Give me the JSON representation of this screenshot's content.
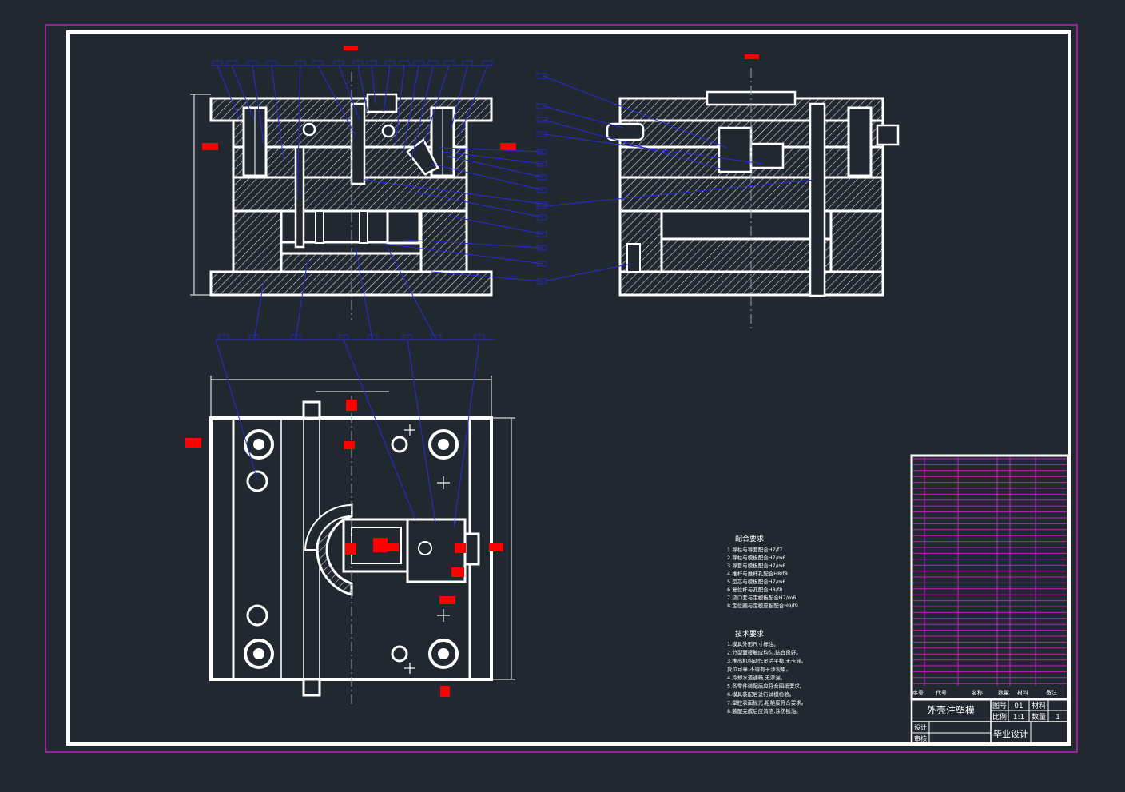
{
  "colors": {
    "background": "#212830",
    "frame": "#ffffff",
    "border": "#c21ec2",
    "leader": "#2a2ad8",
    "hatch": "#ffffff",
    "dimension_red": "#ff0000",
    "center_line": "#9aa0a6"
  },
  "title_block": {
    "part_name": "外壳注塑模",
    "drawing_no_label": "图号",
    "drawing_no": "01",
    "material_label": "材料",
    "scale_label": "比例",
    "scale": "1:1",
    "quantity_label": "数量",
    "quantity": "1",
    "design_label": "设计",
    "review_label": "审核",
    "school_label": "毕业设计"
  },
  "bom_header": [
    "序号",
    "代号",
    "名称",
    "数量",
    "材料",
    "备注"
  ],
  "notes": {
    "fit_title": "配合要求",
    "fit_items": [
      "1.导柱与导套配合H7/f7",
      "2.导柱与模板配合H7/m6",
      "3.导套与模板配合H7/m6",
      "4.推杆与推杆孔配合H8/f8",
      "5.型芯与模板配合H7/m6",
      "6.复位杆与孔配合H8/f8",
      "7.浇口套与定模板配合H7/m6",
      "8.定位圈与定模座板配合H9/f9"
    ],
    "tech_title": "技术要求",
    "tech_items": [
      "1.模具外形尺寸标注。",
      "2.分型面接触应均匀,贴合良好。",
      "3.推出机构动作灵活平稳,无卡滞。",
      "  复位可靠,不得有干涉现象。",
      "4.冷却水道通畅,无渗漏。",
      "5.各零件装配后应符合图纸要求。",
      "6.模具装配后进行试模检验。",
      "7.型腔表面抛光,粗糙度符合要求。",
      "8.装配完成后应清洁,涂防锈油。"
    ]
  }
}
